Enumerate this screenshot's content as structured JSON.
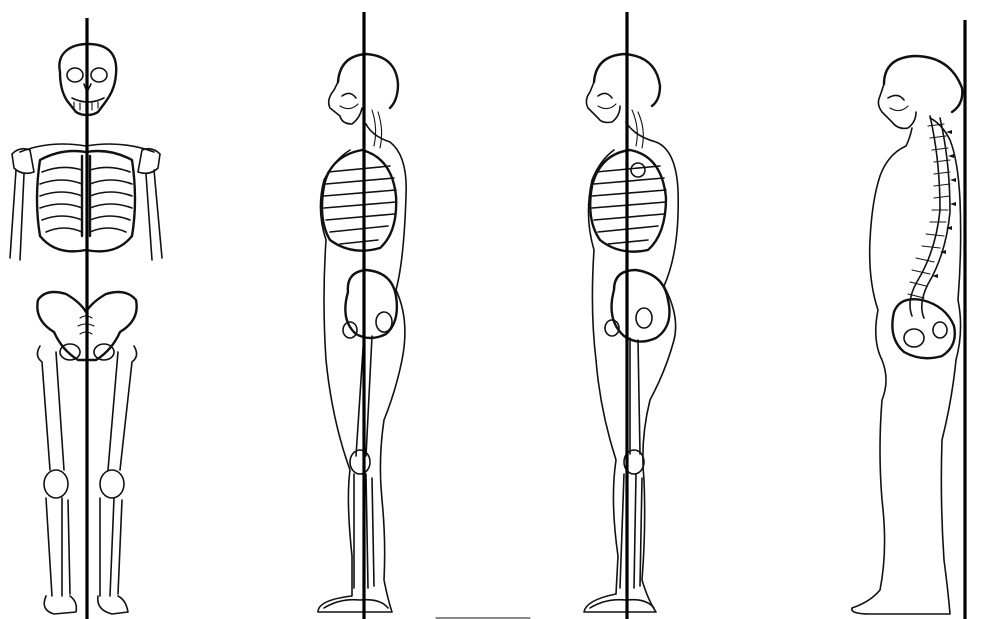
{
  "figure": {
    "panels": [
      {
        "view": "anterior",
        "skeleton": "full"
      },
      {
        "view": "lateral",
        "skeleton": "thorax-pelvis-leg"
      },
      {
        "view": "lateral",
        "skeleton": "thorax-pelvis-leg"
      },
      {
        "view": "lateral",
        "skeleton": "spine-pelvis"
      }
    ],
    "colors": {
      "ink": "#111111",
      "background": "#ffffff",
      "plumb_line": "#000000"
    }
  }
}
